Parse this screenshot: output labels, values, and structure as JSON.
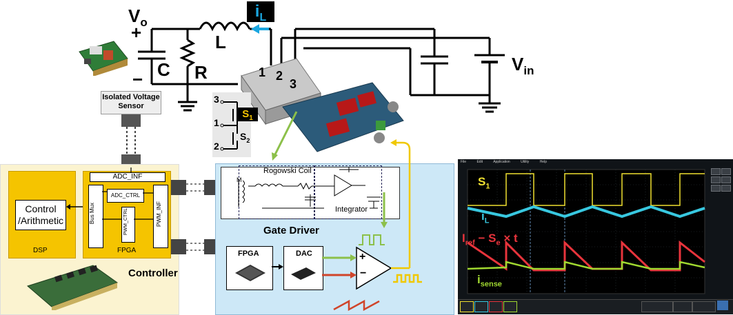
{
  "circuit": {
    "vo": "V",
    "vo_sub": "o",
    "plus": "+",
    "minus": "−",
    "capacitor_label": "C",
    "resistor_label": "R",
    "inductor_label": "L",
    "current_label": "i",
    "current_sub": "L",
    "vin": "V",
    "vin_sub": "in",
    "pins": [
      "1",
      "2",
      "3"
    ]
  },
  "switch_symbol": {
    "pin3": "3",
    "pin1": "1",
    "pin2": "2",
    "s1": "S",
    "s1_sub": "1",
    "s2": "S",
    "s2_sub": "2"
  },
  "sensor": {
    "label": "Isolated Voltage Sensor"
  },
  "controller": {
    "title": "Controller",
    "dsp_block": "Control /Arithmetic",
    "dsp_label": "DSP",
    "fpga_label": "FPGA",
    "adc_inf": "ADC_INF",
    "adc_ctrl": "ADC_CTRL",
    "bus_mux": "Bus Mux",
    "pwm_ctrl": "PWM_CTRL",
    "pwm_inf": "PWM_INF"
  },
  "gate_driver": {
    "title": "Gate Driver",
    "rogowski": "Rogowski Coil",
    "integrator": "Integrator",
    "coil_m": "M",
    "fpga": "FPGA",
    "dac": "DAC",
    "plus": "+",
    "minus": "−"
  },
  "scope": {
    "menu": [
      "File",
      "Edit",
      "Application",
      "Utility",
      "Help"
    ],
    "s1": "S",
    "s1_sub": "1",
    "il": "i",
    "il_sub": "L",
    "iref": "I",
    "iref_sub": "ref",
    "iref_rest": " − S",
    "se_sub": "e",
    "iref_tail": " × t",
    "isense": "i",
    "isense_sub": "sense"
  },
  "colors": {
    "fpga_yellow": "#f5c400",
    "gate_panel": "#cde8f7",
    "current_cyan": "#1aa6e0",
    "trace_yellow": "#f0e030",
    "trace_cyan": "#38c8e0",
    "trace_red": "#e8343c",
    "trace_green": "#a0d830",
    "arrow_green": "#8cc04a",
    "arrow_red": "#d0452a"
  }
}
